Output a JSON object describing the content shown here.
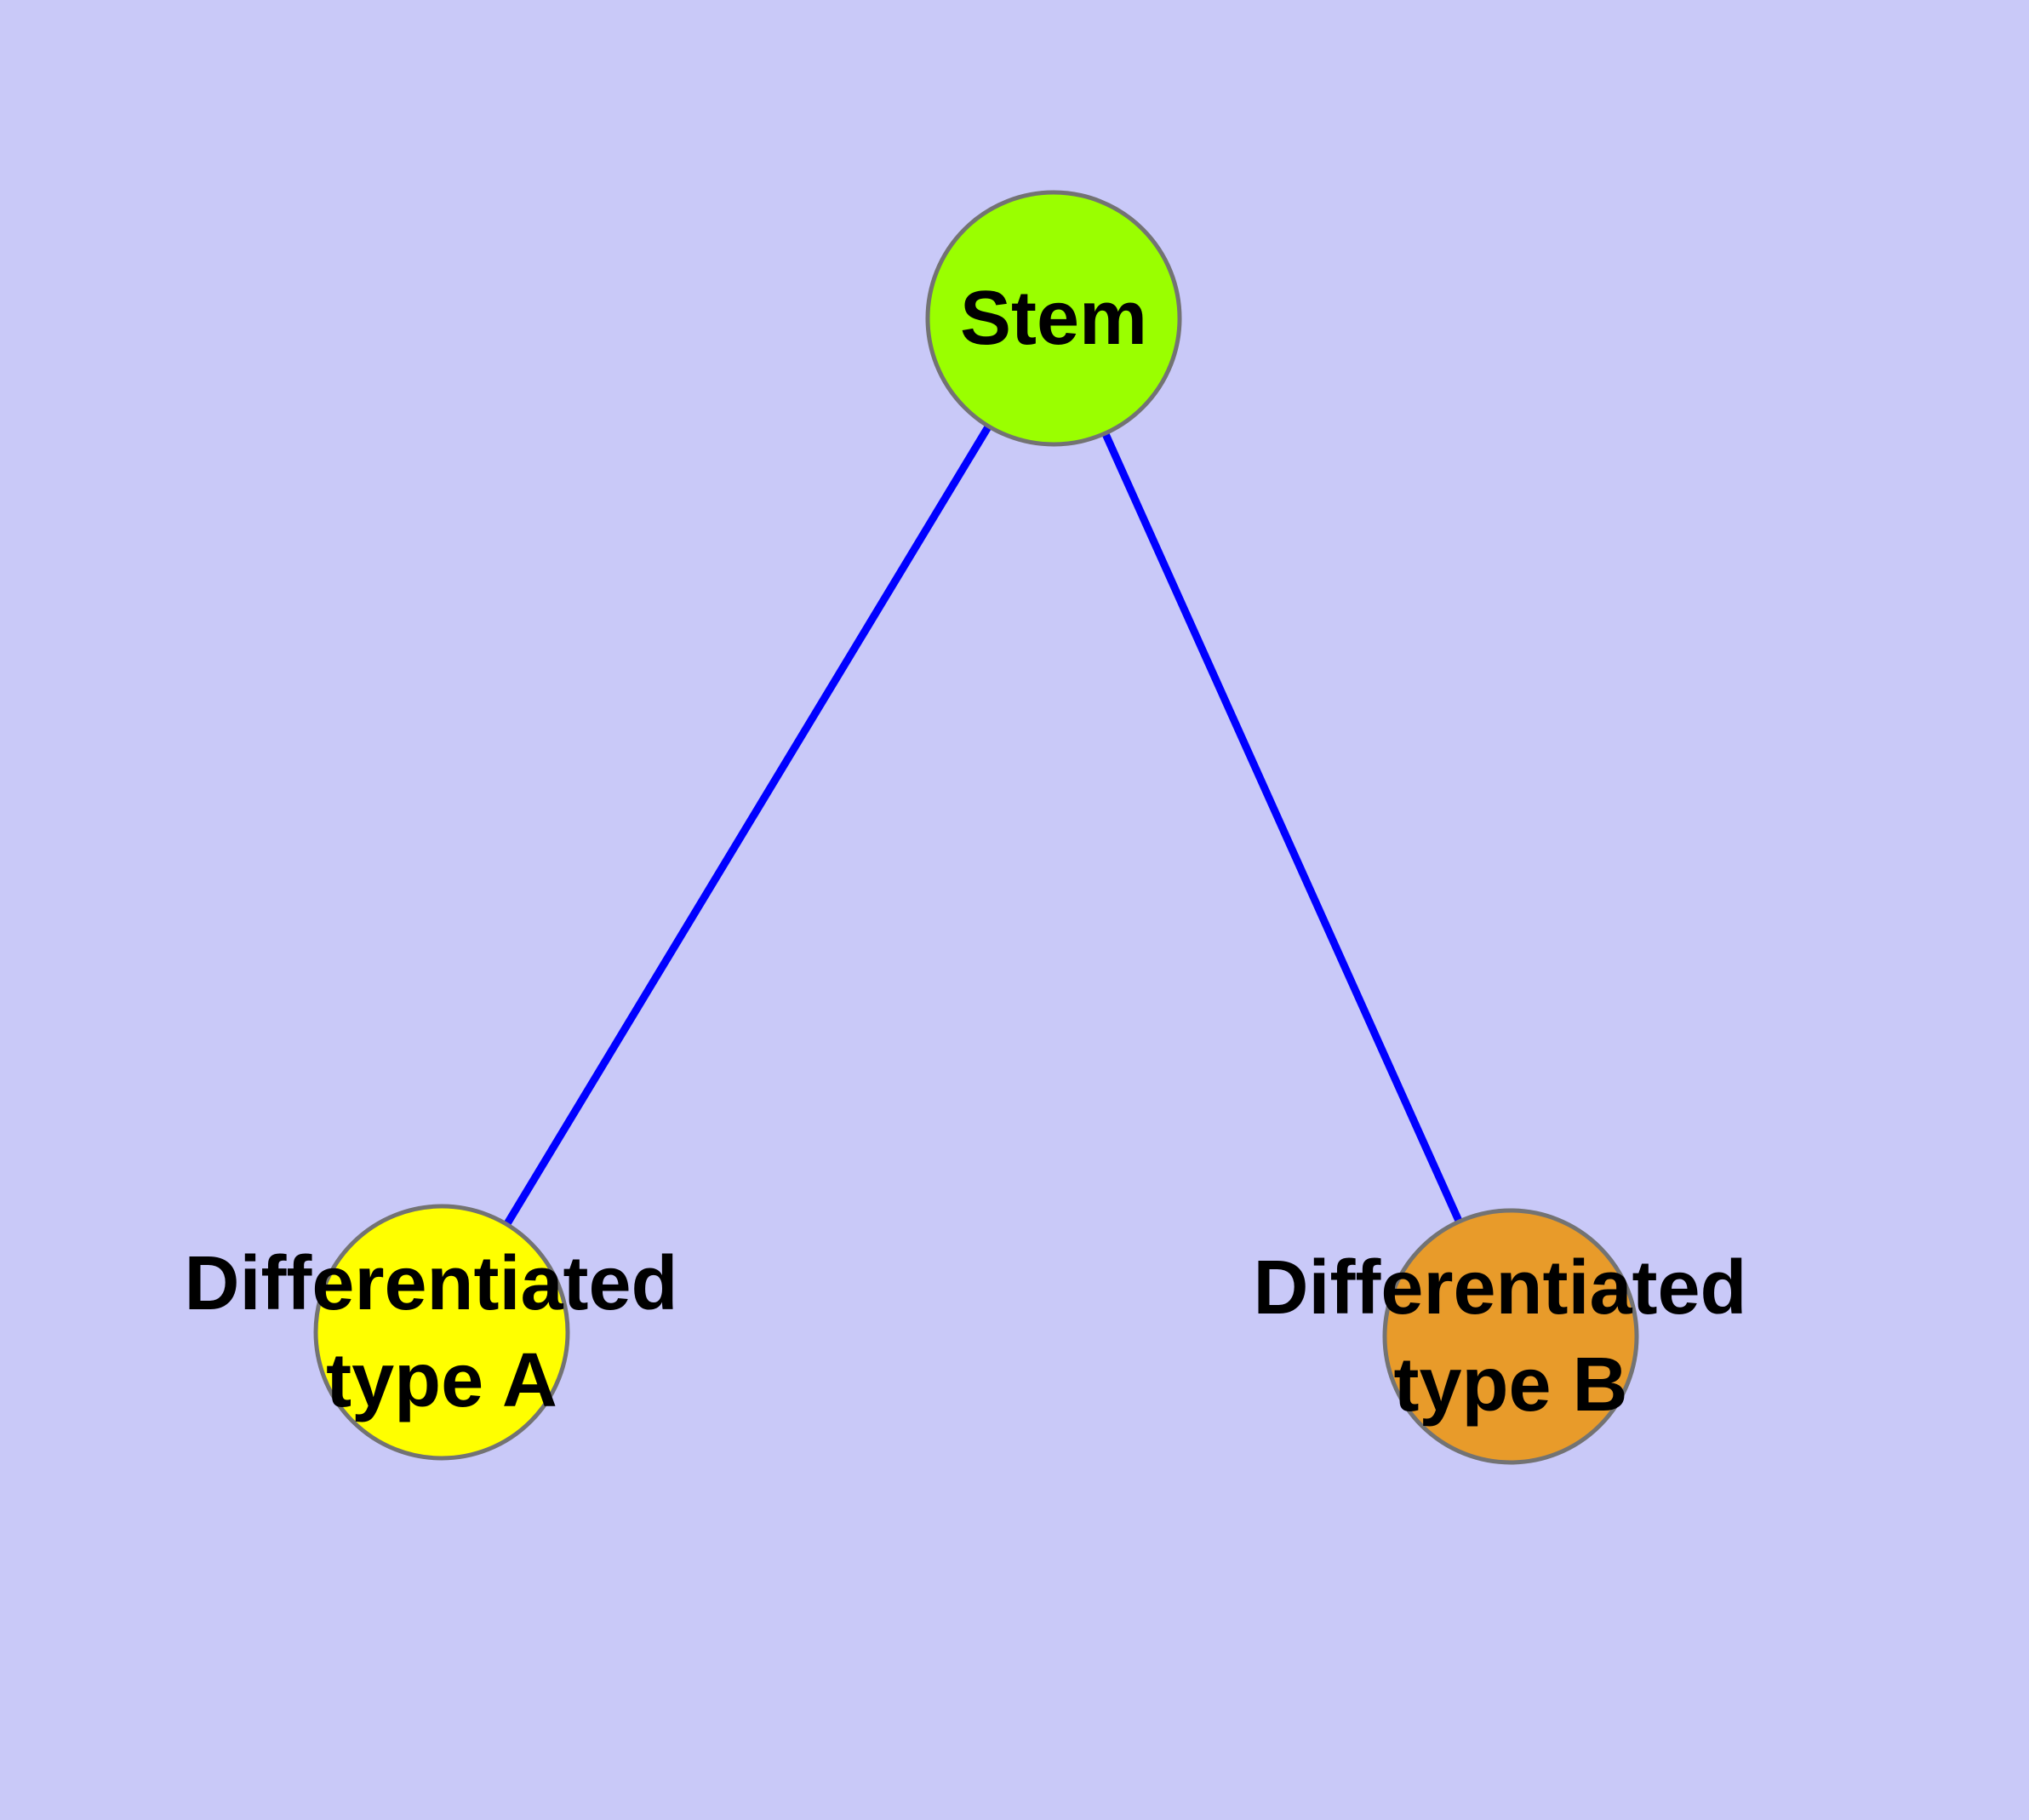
{
  "diagram": {
    "type": "graph",
    "background_color": "#c9c9f8",
    "edge_color": "#0000ff",
    "node_border_color": "#737373",
    "label_color": "#000000",
    "nodes": [
      {
        "id": "stem",
        "lines": [
          "Stem"
        ],
        "color": "#9aff00"
      },
      {
        "id": "differentiated-type-a",
        "lines": [
          "Differentiated",
          "type A"
        ],
        "color": "#ffff00"
      },
      {
        "id": "differentiated-type-b",
        "lines": [
          "Differentiated",
          "type B"
        ],
        "color": "#e89b2a"
      }
    ],
    "edges": [
      {
        "from": "Stem",
        "to": "Differentiated type A"
      },
      {
        "from": "Stem",
        "to": "Differentiated type B"
      }
    ]
  }
}
